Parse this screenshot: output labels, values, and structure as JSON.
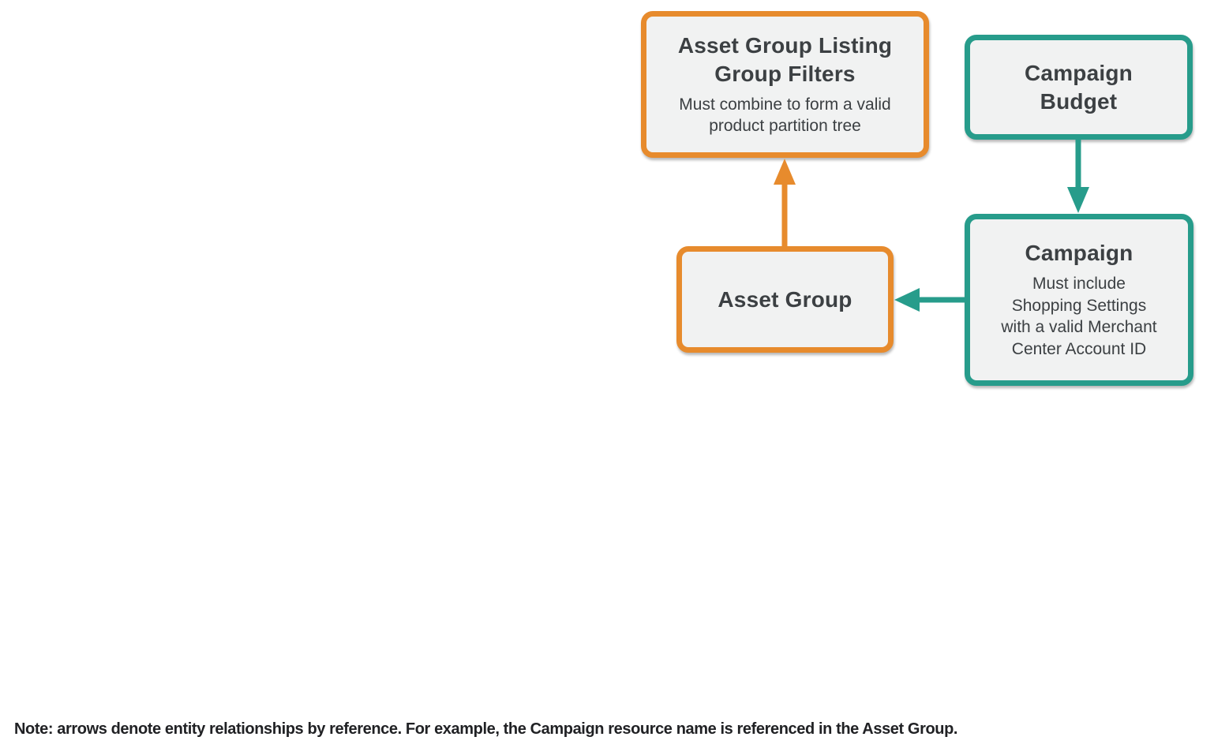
{
  "diagram": {
    "nodes": [
      {
        "id": "asset-group-listing-group-filters",
        "title": [
          "Asset Group Listing",
          "Group Filters"
        ],
        "subtitle": [
          "Must combine to form a valid",
          "product partition tree"
        ],
        "accent": "orange"
      },
      {
        "id": "campaign-budget",
        "title": [
          "Campaign",
          "Budget"
        ],
        "accent": "teal"
      },
      {
        "id": "campaign",
        "title": [
          "Campaign"
        ],
        "subtitle": [
          "Must include",
          "Shopping Settings",
          "with a valid Merchant",
          "Center Account ID"
        ],
        "accent": "teal"
      },
      {
        "id": "asset-group",
        "title": [
          "Asset Group"
        ],
        "accent": "orange"
      }
    ],
    "edges": [
      {
        "from": "asset-group",
        "to": "asset-group-listing-group-filters",
        "accent": "orange",
        "direction": "up"
      },
      {
        "from": "campaign-budget",
        "to": "campaign",
        "accent": "teal",
        "direction": "down"
      },
      {
        "from": "campaign",
        "to": "asset-group",
        "accent": "teal",
        "direction": "left"
      }
    ]
  },
  "note": {
    "text": "Note: arrows denote entity relationships by reference. For example, the Campaign resource name is referenced in the Asset Group."
  },
  "colors": {
    "orange": "#E78B2D",
    "teal": "#279C8B",
    "box_fill": "#F1F2F2",
    "text": "#3C4043",
    "note_text": "#202124",
    "background": "#FFFFFF"
  }
}
